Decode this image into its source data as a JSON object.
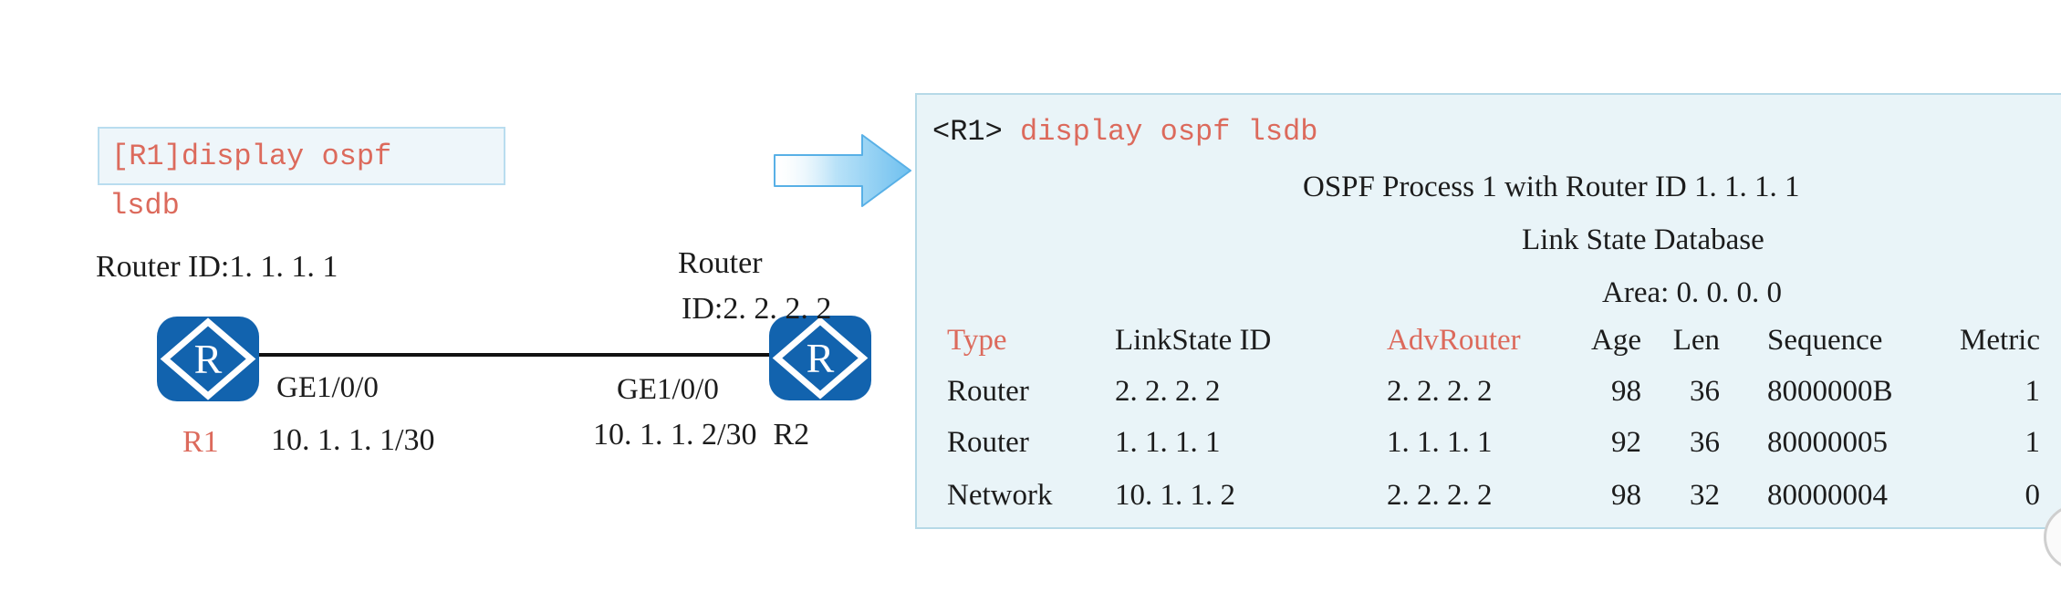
{
  "colors": {
    "accent_red": "#dc6a5c",
    "text": "#1c1c1c",
    "router_blue": "#1263ae",
    "panel_bg": "#e9f4f8",
    "panel_border": "#b6d9e7",
    "command_box_bg": "#eef6fa",
    "command_box_border": "#b9ddef",
    "arrow_blue": "#6fc0ef"
  },
  "diagram": {
    "command_box": {
      "line1": "[R1]display ospf",
      "line2": "lsdb"
    },
    "r1": {
      "router_id_label": "Router ID:1. 1. 1. 1",
      "icon_letter": "R",
      "name": "R1",
      "interface": "GE1/0/0",
      "ip": "10. 1. 1. 1/30"
    },
    "r2": {
      "router_id_label_line1": "Router",
      "router_id_label_line2": "ID:2. 2. 2. 2",
      "icon_letter": "R",
      "name": "R2",
      "interface": "GE1/0/0",
      "ip": "10. 1. 1. 2/30"
    }
  },
  "terminal": {
    "prompt": "<R1> ",
    "command": "display ospf lsdb",
    "line_process": "OSPF Process 1 with Router ID 1. 1. 1. 1",
    "line_lsdb": "Link State Database",
    "line_area": "Area: 0. 0. 0. 0",
    "table": {
      "headers": [
        "Type",
        "LinkState ID",
        "AdvRouter",
        "Age",
        "Len",
        "Sequence",
        "Metric"
      ],
      "rows": [
        [
          "Router",
          "2. 2. 2. 2",
          "2. 2. 2. 2",
          "98",
          "36",
          "8000000B",
          "1"
        ],
        [
          "Router",
          "1. 1. 1. 1",
          "1. 1. 1. 1",
          "92",
          "36",
          "80000005",
          "1"
        ],
        [
          "Network",
          "10. 1. 1. 2",
          "2. 2. 2. 2",
          "98",
          "32",
          "80000004",
          "0"
        ]
      ]
    }
  }
}
